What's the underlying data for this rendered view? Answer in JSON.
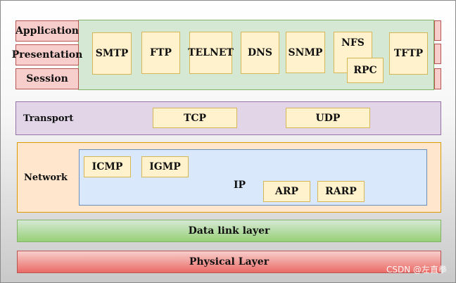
{
  "layers": {
    "application": "Application",
    "presentation": "Presentation",
    "session": "Session",
    "transport": "Transport",
    "network": "Network",
    "data_link": "Data link layer",
    "physical": "Physical Layer"
  },
  "application_protocols": {
    "smtp": "SMTP",
    "ftp": "FTP",
    "telnet": "TELNET",
    "dns": "DNS",
    "snmp": "SNMP",
    "nfs": "NFS",
    "rpc": "RPC",
    "tftp": "TFTP"
  },
  "transport_protocols": {
    "tcp": "TCP",
    "udp": "UDP"
  },
  "network_protocols": {
    "icmp": "ICMP",
    "igmp": "IGMP",
    "ip": "IP",
    "arp": "ARP",
    "rarp": "RARP"
  },
  "watermark": "CSDN @左直拳"
}
